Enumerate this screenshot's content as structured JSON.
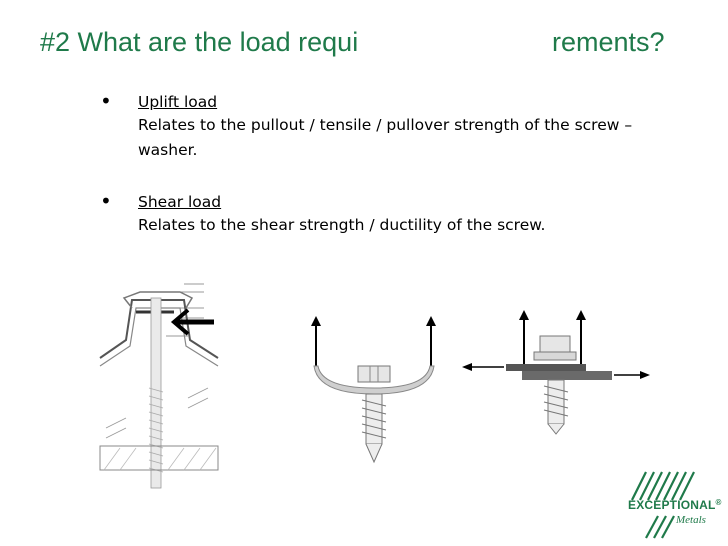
{
  "title": {
    "part1": "#2 What are the load requi",
    "part2": "rements?"
  },
  "bullets": [
    {
      "heading": "Uplift load",
      "body": "Relates to the pullout / tensile / pullover strength of the screw – washer."
    },
    {
      "heading": "Shear load",
      "body": "Relates to the shear strength / ductility of the screw."
    }
  ],
  "logo": {
    "name": "EXCEPTIONAL",
    "registered": "®",
    "sub": "Metals"
  },
  "colors": {
    "title": "#1f7a4a",
    "brand": "#1f7a4a"
  }
}
